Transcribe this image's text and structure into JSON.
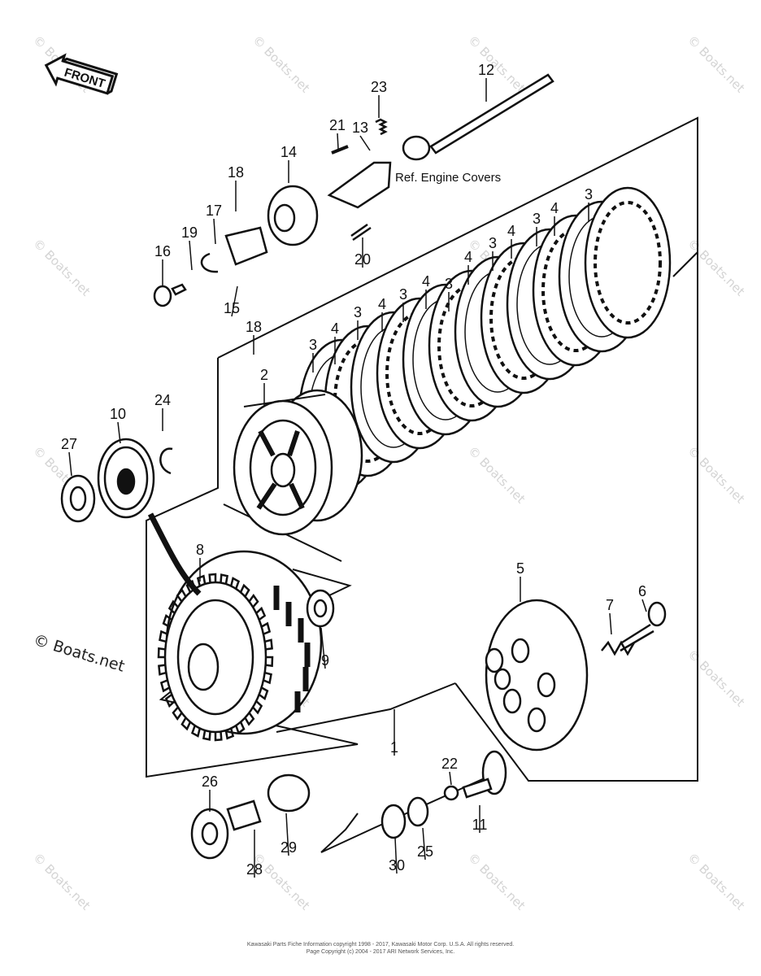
{
  "front_label": "FRONT",
  "ref_note": "Ref.  Engine Covers",
  "callouts": [
    "1",
    "2",
    "3",
    "4",
    "5",
    "6",
    "7",
    "8",
    "9",
    "10",
    "11",
    "12",
    "13",
    "14",
    "15",
    "16",
    "17",
    "18",
    "19",
    "20",
    "21",
    "22",
    "23",
    "24",
    "25",
    "26",
    "27",
    "28",
    "29",
    "30"
  ],
  "side_watermark": "© Boats.net",
  "watermark": "© Boats.net",
  "copyright_line1": "Kawasaki Parts Fiche Information copyright 1998 - 2017, Kawasaki Motor Corp. U.S.A. All rights reserved.",
  "copyright_line2": "Page Copyright (c) 2004 - 2017 ARI Network Services, Inc."
}
